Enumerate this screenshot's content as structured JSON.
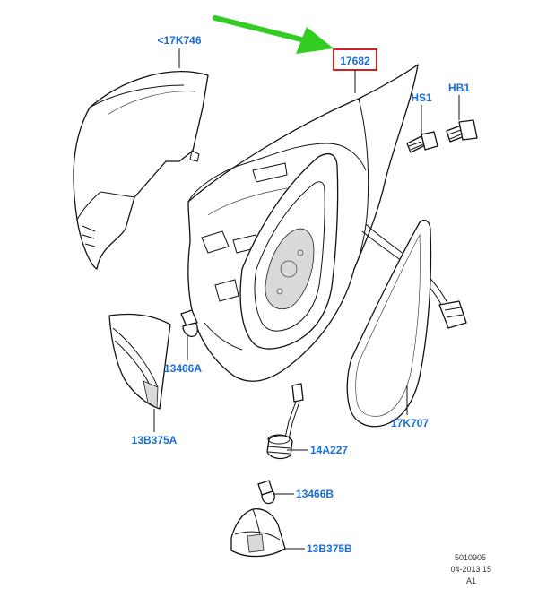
{
  "colors": {
    "label": "#1a6fd6",
    "highlight_box": "#d42020",
    "arrow": "#33cc22",
    "line": "#111111"
  },
  "callouts": {
    "cover": "<17K746",
    "housing": "17682",
    "screw_hs1": "HS1",
    "bolt_hb1": "HB1",
    "bulb_upper": "13466A",
    "lamp_upper": "13B375A",
    "mirror_glass": "17K707",
    "socket": "14A227",
    "bulb_lower": "13466B",
    "lamp_lower": "13B375B"
  },
  "footer": {
    "code": "5010905",
    "date": "04-2013 15",
    "sheet": "A1"
  }
}
